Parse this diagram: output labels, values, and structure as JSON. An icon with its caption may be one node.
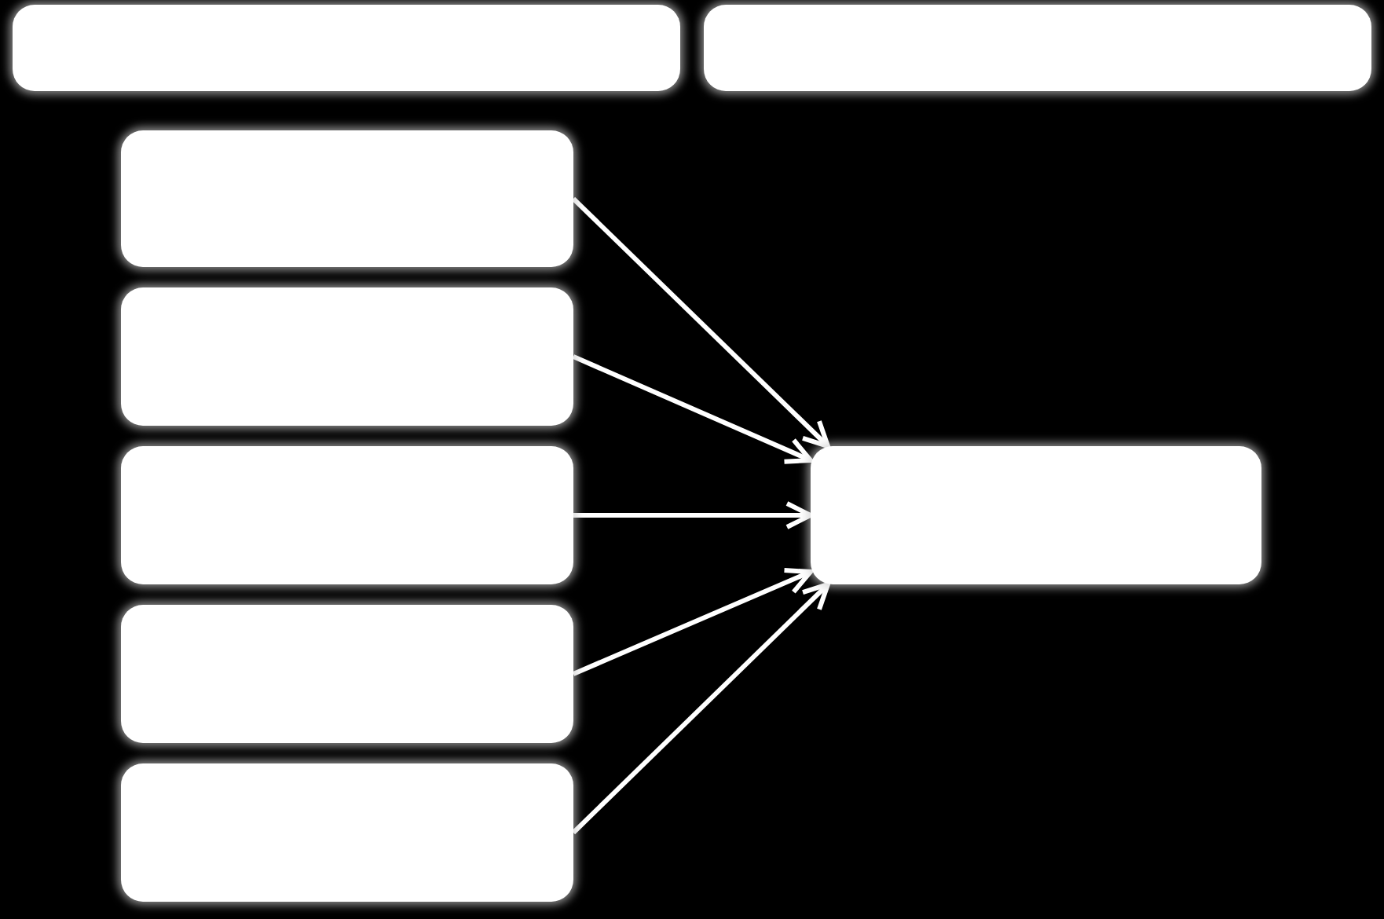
{
  "diagram": {
    "nodes": [
      {
        "text": [],
        "shape": "box"
      },
      {
        "text": [],
        "shape": "box"
      },
      {
        "text": [],
        "shape": "box"
      },
      {
        "text": [],
        "shape": "box"
      },
      {
        "text": [],
        "shape": "box"
      },
      {
        "text": [],
        "shape": "box"
      },
      {
        "text": [],
        "shape": "box"
      },
      {
        "text": [],
        "shape": "box"
      }
    ],
    "edges": [
      {
        "from": 2,
        "to": 7,
        "arrow": "to"
      },
      {
        "from": 3,
        "to": 7,
        "arrow": "to"
      },
      {
        "from": 4,
        "to": 7,
        "arrow": "to"
      },
      {
        "from": 5,
        "to": 7,
        "arrow": "to"
      },
      {
        "from": 6,
        "to": 7,
        "arrow": "to"
      }
    ]
  }
}
